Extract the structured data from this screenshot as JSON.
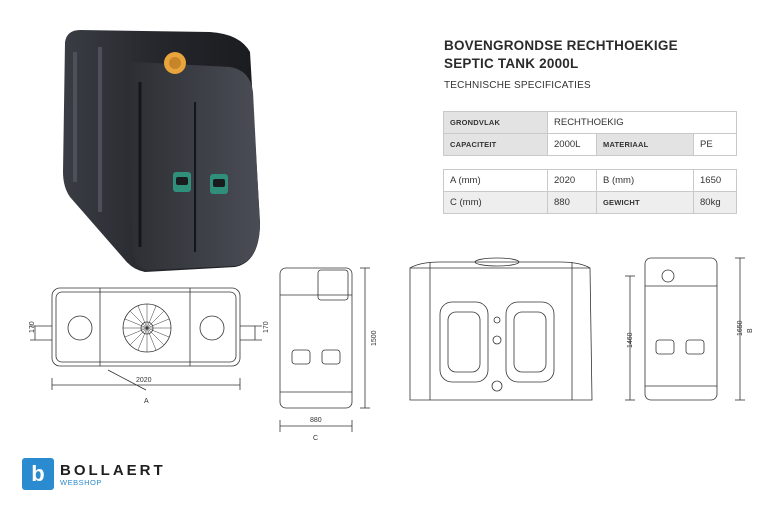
{
  "header": {
    "title_line1": "BOVENGRONDSE RECHTHOEKIGE",
    "title_line2": "SEPTIC TANK 2000L",
    "subtitle": "TECHNISCHE SPECIFICATIES"
  },
  "spec_table": {
    "grondvlak_label": "GRONDVLAK",
    "grondvlak_value": "RECHTHOEKIG",
    "capaciteit_label": "CAPACITEIT",
    "capaciteit_value": "2000L",
    "materiaal_label": "MATERIAAL",
    "materiaal_value": "PE"
  },
  "dimensions_table": {
    "a_label": "A (mm)",
    "a_value": "2020",
    "b_label": "B (mm)",
    "b_value": "1650",
    "c_label": "C (mm)",
    "c_value": "880",
    "gewicht_label": "GEWICHT",
    "gewicht_value": "80kg"
  },
  "drawings": {
    "top_view": {
      "side_dim": "170",
      "side_dim_right": "170",
      "width_dim": "2020",
      "label": "A"
    },
    "side_view": {
      "height_dim": "1500",
      "width_dim": "880",
      "label": "C"
    },
    "front_view": {
      "height_dim": "1460",
      "total_height_dim": "1650",
      "label": "B"
    }
  },
  "brand": {
    "logo_letter": "b",
    "name": "BOLLAERT",
    "sub": "WEBSHOP",
    "color": "#2a8bd0"
  }
}
